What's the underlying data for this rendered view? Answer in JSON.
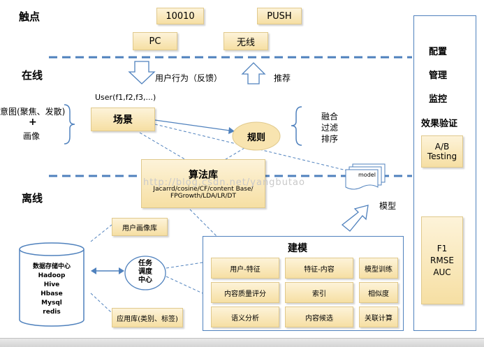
{
  "sections": {
    "touchpoint": "触点",
    "online": "在线",
    "offline": "离线"
  },
  "channels": {
    "c1": "10010",
    "c2": "PUSH",
    "c3": "PC",
    "c4": "无线"
  },
  "user_behavior": "用户行为（反馈）",
  "recommend": "推荐",
  "user_params": "User(f1,f2,f3,...)",
  "intent": "意图(聚焦、发散)",
  "plus": "+",
  "portrait": "画像",
  "scene": "场景",
  "rules": "规则",
  "fusion": [
    "融合",
    "过滤",
    "排序"
  ],
  "algo_title": "算法库",
  "algo_list_1": "Jacarrd/cosine/CF/content Base/",
  "algo_list_2": "FPGrowth/LDA/LR/DT",
  "model_doc": "model",
  "model_label": "模型",
  "user_profile_db": "用户画像库",
  "app_db": "应用库(类别、标签)",
  "data_center": [
    "数据存储中心",
    "Hadoop",
    "Hive",
    "Hbase",
    "Mysql",
    "redis"
  ],
  "task_center": [
    "任务",
    "调度",
    "中心"
  ],
  "modeling_title": "建模",
  "modeling_items": [
    "用户-特征",
    "特征-内容",
    "模型训练",
    "内容质量评分",
    "索引",
    "相似度",
    "语义分析",
    "内容候选",
    "关联计算"
  ],
  "right_panel": [
    "配置",
    "管理",
    "监控",
    "效果验证"
  ],
  "ab_testing": [
    "A/B",
    "Testing"
  ],
  "metrics": [
    "F1",
    "RMSE",
    "AUC"
  ],
  "watermark": "http://blog.csdn.net/yangbutao"
}
